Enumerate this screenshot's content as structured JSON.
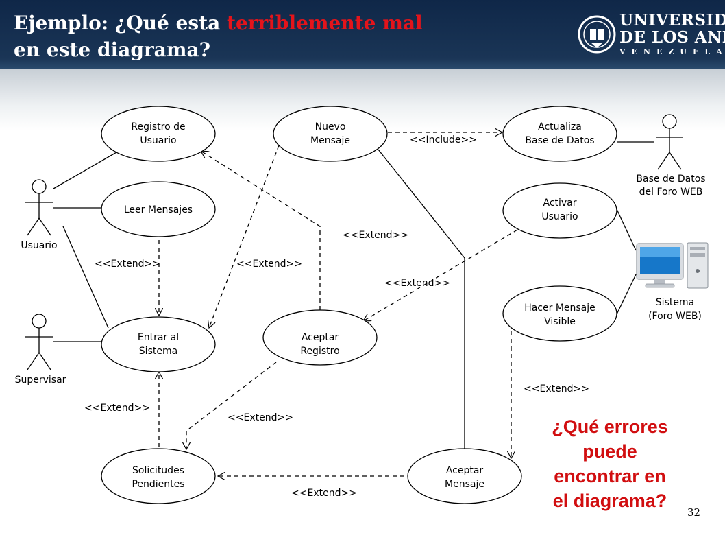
{
  "slide": {
    "title_line1_a": "Ejemplo: ¿Qué esta ",
    "title_line1_b": "terriblemente mal",
    "title_line2": "en este diagrama?",
    "logo_line1": "UNIVERSIDAD",
    "logo_line2": "DE LOS ANDES",
    "logo_line3": "VENEZUELA",
    "question_lines": [
      "¿Qué errores",
      "puede",
      "encontrar en",
      "el diagrama?"
    ],
    "page_number": "32"
  },
  "actors": {
    "usuario": "Usuario",
    "supervisar": "Supervisar",
    "base_datos_l1": "Base de Datos",
    "base_datos_l2": "del Foro WEB",
    "sistema_l1": "Sistema",
    "sistema_l2": "(Foro WEB)"
  },
  "use_cases": {
    "registro": [
      "Registro de",
      "Usuario"
    ],
    "leer": [
      "Leer Mensajes"
    ],
    "entrar": [
      "Entrar al",
      "Sistema"
    ],
    "solicitudes": [
      "Solicitudes",
      "Pendientes"
    ],
    "nuevo": [
      "Nuevo",
      "Mensaje"
    ],
    "aceptar_registro": [
      "Aceptar",
      "Registro"
    ],
    "actualiza": [
      "Actualiza",
      "Base de Datos"
    ],
    "activar": [
      "Activar",
      "Usuario"
    ],
    "hacer_visible": [
      "Hacer Mensaje",
      "Visible"
    ],
    "aceptar_mensaje": [
      "Aceptar",
      "Mensaje"
    ]
  },
  "relations": {
    "include": "<<Include>>",
    "extend": "<<Extend>>"
  },
  "colors": {
    "header_bg": "#0f2748",
    "title_highlight": "#e3141b",
    "question": "#d10e10"
  }
}
